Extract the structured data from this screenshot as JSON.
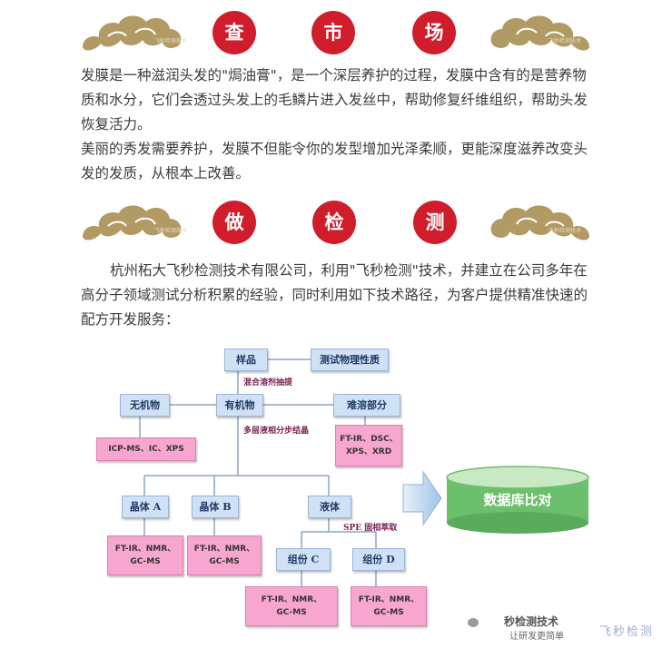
{
  "banner1": {
    "chars": [
      "查",
      "市",
      "场"
    ],
    "watermark": "飞秒检测技术"
  },
  "intro": {
    "paragraphs": [
      "发膜是一种滋润头发的\"焗油膏\"，是一个深层养护的过程，发膜中含有的是营养物质和水分，它们会透过头发上的毛鳞片进入发丝中，帮助修复纤维组织，帮助头发恢复活力。",
      "美丽的秀发需要养护，发膜不但能令你的发型增加光泽柔顺，更能深度滋养改变头发的发质，从根本上改善。"
    ]
  },
  "banner2": {
    "chars": [
      "做",
      "检",
      "测"
    ],
    "watermark": "飞秒检测技术"
  },
  "company": {
    "paragraph": "杭州柘大飞秒检测技术有限公司，利用\"飞秒检测\"技术，并建立在公司多年在高分子领域测试分析积累的经验，同时利用如下技术路径，为客户提供精准快速的配方开发服务："
  },
  "flow": {
    "sample": "样品",
    "physical": "测试物理性质",
    "step_extract": "混合溶剂抽提",
    "inorganic": "无机物",
    "organic": "有机物",
    "insoluble": "难溶部分",
    "inorganic_methods": "ICP-MS、IC、XPS",
    "insoluble_methods": [
      "FT-IR、DSC、",
      "XPS、XRD"
    ],
    "step_crystallize": "多层液相分步结晶",
    "crystal_a": "晶体 A",
    "crystal_b": "晶体 B",
    "liquid": "液体",
    "crystal_a_methods": [
      "FT-IR、NMR、",
      "GC-MS"
    ],
    "crystal_b_methods": [
      "FT-IR、NMR、",
      "GC-MS"
    ],
    "step_spe": "SPE 固相萃取",
    "component_c": "组份 C",
    "component_d": "组份 D",
    "component_c_methods": [
      "FT-IR、NMR、",
      "GC-MS"
    ],
    "component_d_methods": [
      "FT-IR、NMR、",
      "GC-MS"
    ],
    "database": "数据库比对"
  },
  "footer": {
    "logo_text": "秒检测技术",
    "slogan": "让研发更简单",
    "brand": "飞秒检测"
  },
  "colors": {
    "accent": "#cf1d2b",
    "cloud": "#b19a63",
    "box": "#cfe1f5",
    "method_box": "#f7a6cf",
    "cylinder": "#6cbf6d"
  }
}
